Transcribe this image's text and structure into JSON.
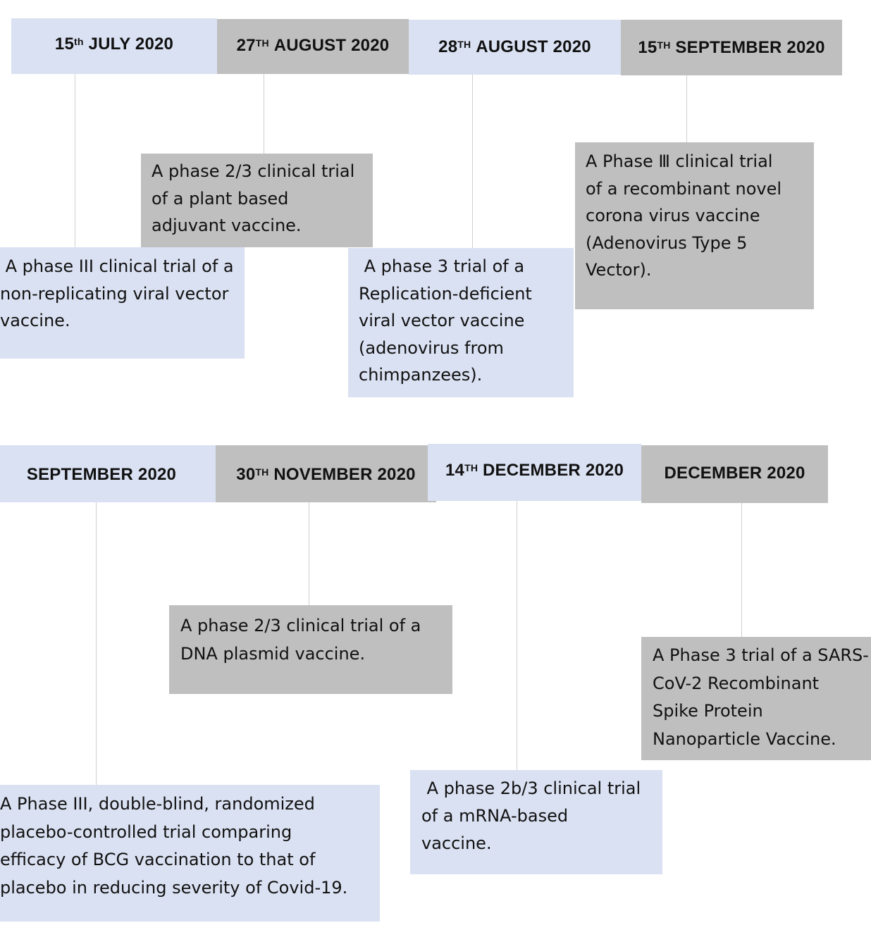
{
  "row1": {
    "headers": [
      {
        "day": "15",
        "suffix": "th",
        "rest": "JULY 2020"
      },
      {
        "day": "27",
        "suffix": "TH",
        "rest": "AUGUST 2020"
      },
      {
        "day": "28",
        "suffix": "TH",
        "rest": "AUGUST 2020"
      },
      {
        "day": "15",
        "suffix": "TH",
        "rest": "SEPTEMBER 2020"
      }
    ],
    "boxes": [
      {
        "text": " A phase III clinical trial of a\nnon-replicating viral vector\nvaccine."
      },
      {
        "text": "A phase 2/3 clinical trial\nof a plant based\nadjuvant vaccine."
      },
      {
        "text": " A phase 3 trial of a\nReplication-deficient\nviral vector vaccine\n(adenovirus from\nchimpanzees)."
      },
      {
        "text": "A Phase Ⅲ clinical trial\nof a recombinant novel\ncorona virus vaccine\n(Adenovirus Type 5\nVector)."
      }
    ]
  },
  "row2": {
    "headers": [
      {
        "day": "",
        "suffix": "",
        "rest": "SEPTEMBER 2020"
      },
      {
        "day": "30",
        "suffix": "TH",
        "rest": "NOVEMBER 2020"
      },
      {
        "day": "14",
        "suffix": "TH",
        "rest": "DECEMBER 2020"
      },
      {
        "day": "",
        "suffix": "",
        "rest": "DECEMBER 2020"
      }
    ],
    "boxes": [
      {
        "text": "A Phase III, double-blind, randomized\nplacebo-controlled trial comparing\nefficacy of BCG vaccination to that of\nplacebo in reducing severity of Covid-19."
      },
      {
        "text": "A phase 2/3 clinical trial of a\nDNA plasmid vaccine."
      },
      {
        "text": " A phase 2b/3 clinical trial\nof a mRNA-based\nvaccine."
      },
      {
        "text": "A Phase 3 trial of a SARS-\nCoV-2 Recombinant\nSpike Protein\nNanoparticle Vaccine."
      }
    ]
  },
  "colors": {
    "blue": "#dae1f2",
    "grey": "#bfbfbf",
    "connector": "#d0d0d0"
  }
}
